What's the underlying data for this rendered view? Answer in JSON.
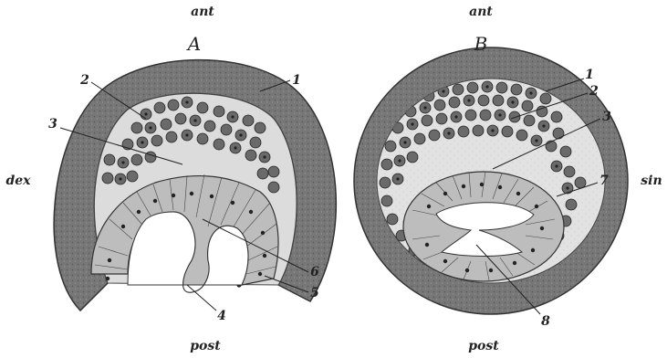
{
  "orientation": {
    "ant_left": "ant",
    "ant_right": "ant",
    "post_left": "post",
    "post_right": "post",
    "dex": "dex",
    "sin": "sin"
  },
  "panels": {
    "a": {
      "label": "A",
      "numbers": [
        "1",
        "2",
        "3",
        "4",
        "5",
        "6"
      ]
    },
    "b": {
      "label": "B",
      "numbers": [
        "1",
        "2",
        "3",
        "7",
        "8"
      ]
    }
  }
}
